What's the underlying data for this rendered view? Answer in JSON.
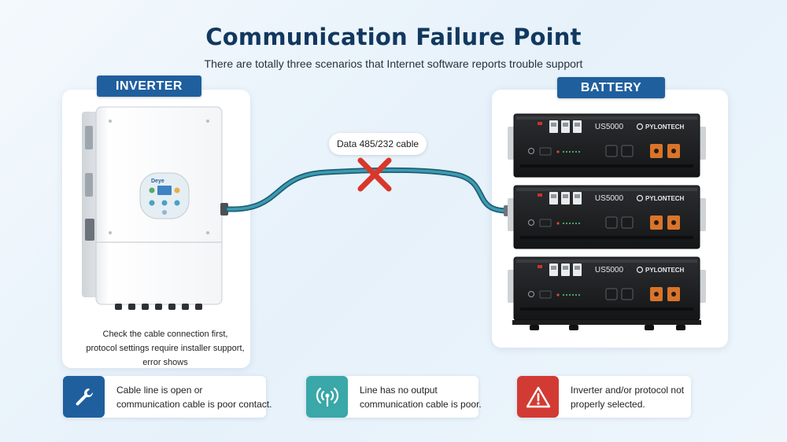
{
  "title": "Communication Failure Point",
  "subtitle": "There are totally three scenarios that Internet software reports trouble support",
  "inverter": {
    "label": "INVERTER",
    "brand": "Deye",
    "note_lines": [
      "Check the cable connection first,",
      "protocol settings require installer support,",
      "error shows"
    ]
  },
  "battery": {
    "label": "BATTERY",
    "modules": [
      {
        "model": "US5000",
        "brand": "PYLONTECH"
      },
      {
        "model": "US5000",
        "brand": "PYLONTECH"
      },
      {
        "model": "US5000",
        "brand": "PYLONTECH"
      }
    ]
  },
  "cable": {
    "label": "Data 485/232 cable",
    "status": "failed",
    "color": "#2a7e96",
    "fail_mark_color": "#d9372b"
  },
  "scenarios": [
    {
      "icon": "wrench-icon",
      "color": "#1f5f9e",
      "lines": [
        "Cable line is open or",
        "communication cable is poor contact."
      ]
    },
    {
      "icon": "signal-icon",
      "color": "#3aa7a8",
      "lines": [
        "Line has no output",
        "communication cable is poor."
      ]
    },
    {
      "icon": "warning-icon",
      "color": "#d23b33",
      "lines": [
        "Inverter and/or protocol not",
        "properly selected."
      ]
    }
  ]
}
